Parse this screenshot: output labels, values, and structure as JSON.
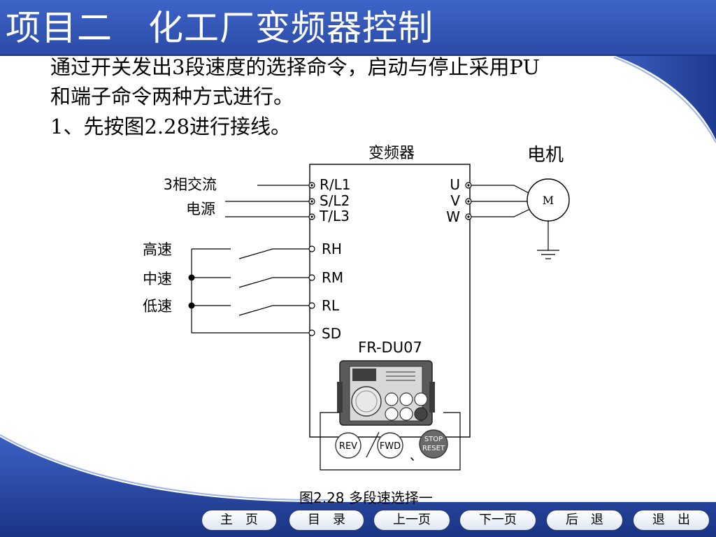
{
  "title": "项目二　化工厂变频器控制",
  "body": {
    "line1": "通过开关发出3段速度的选择命令，启动与停止采用PU",
    "line2": "和端子命令两种方式进行。",
    "line3": "1、先按图2.28进行接线。"
  },
  "diagram": {
    "inverter_label": "变频器",
    "motor_label": "电机",
    "power_label_1": "3相交流",
    "power_label_2": "电源",
    "terminals_in": [
      "R/L1",
      "S/L2",
      "T/L3"
    ],
    "terminals_out": [
      "U",
      "V",
      "W"
    ],
    "motor_symbol": "M",
    "speed_labels": [
      "高速",
      "中速",
      "低速"
    ],
    "control_terminals": [
      "RH",
      "RM",
      "RL",
      "SD"
    ],
    "panel_model": "FR-DU07",
    "buttons": [
      "REV",
      "FWD",
      "STOP",
      "RESET"
    ],
    "separator": "、"
  },
  "caption": "图2.28 多段速选择一",
  "nav": [
    {
      "label": "主　页"
    },
    {
      "label": "目　录"
    },
    {
      "label": "上一页"
    },
    {
      "label": "下一页"
    },
    {
      "label": "后　退"
    },
    {
      "label": "退　出"
    }
  ],
  "colors": {
    "brand": "#2f4fa8",
    "navy": "#1d3685"
  }
}
